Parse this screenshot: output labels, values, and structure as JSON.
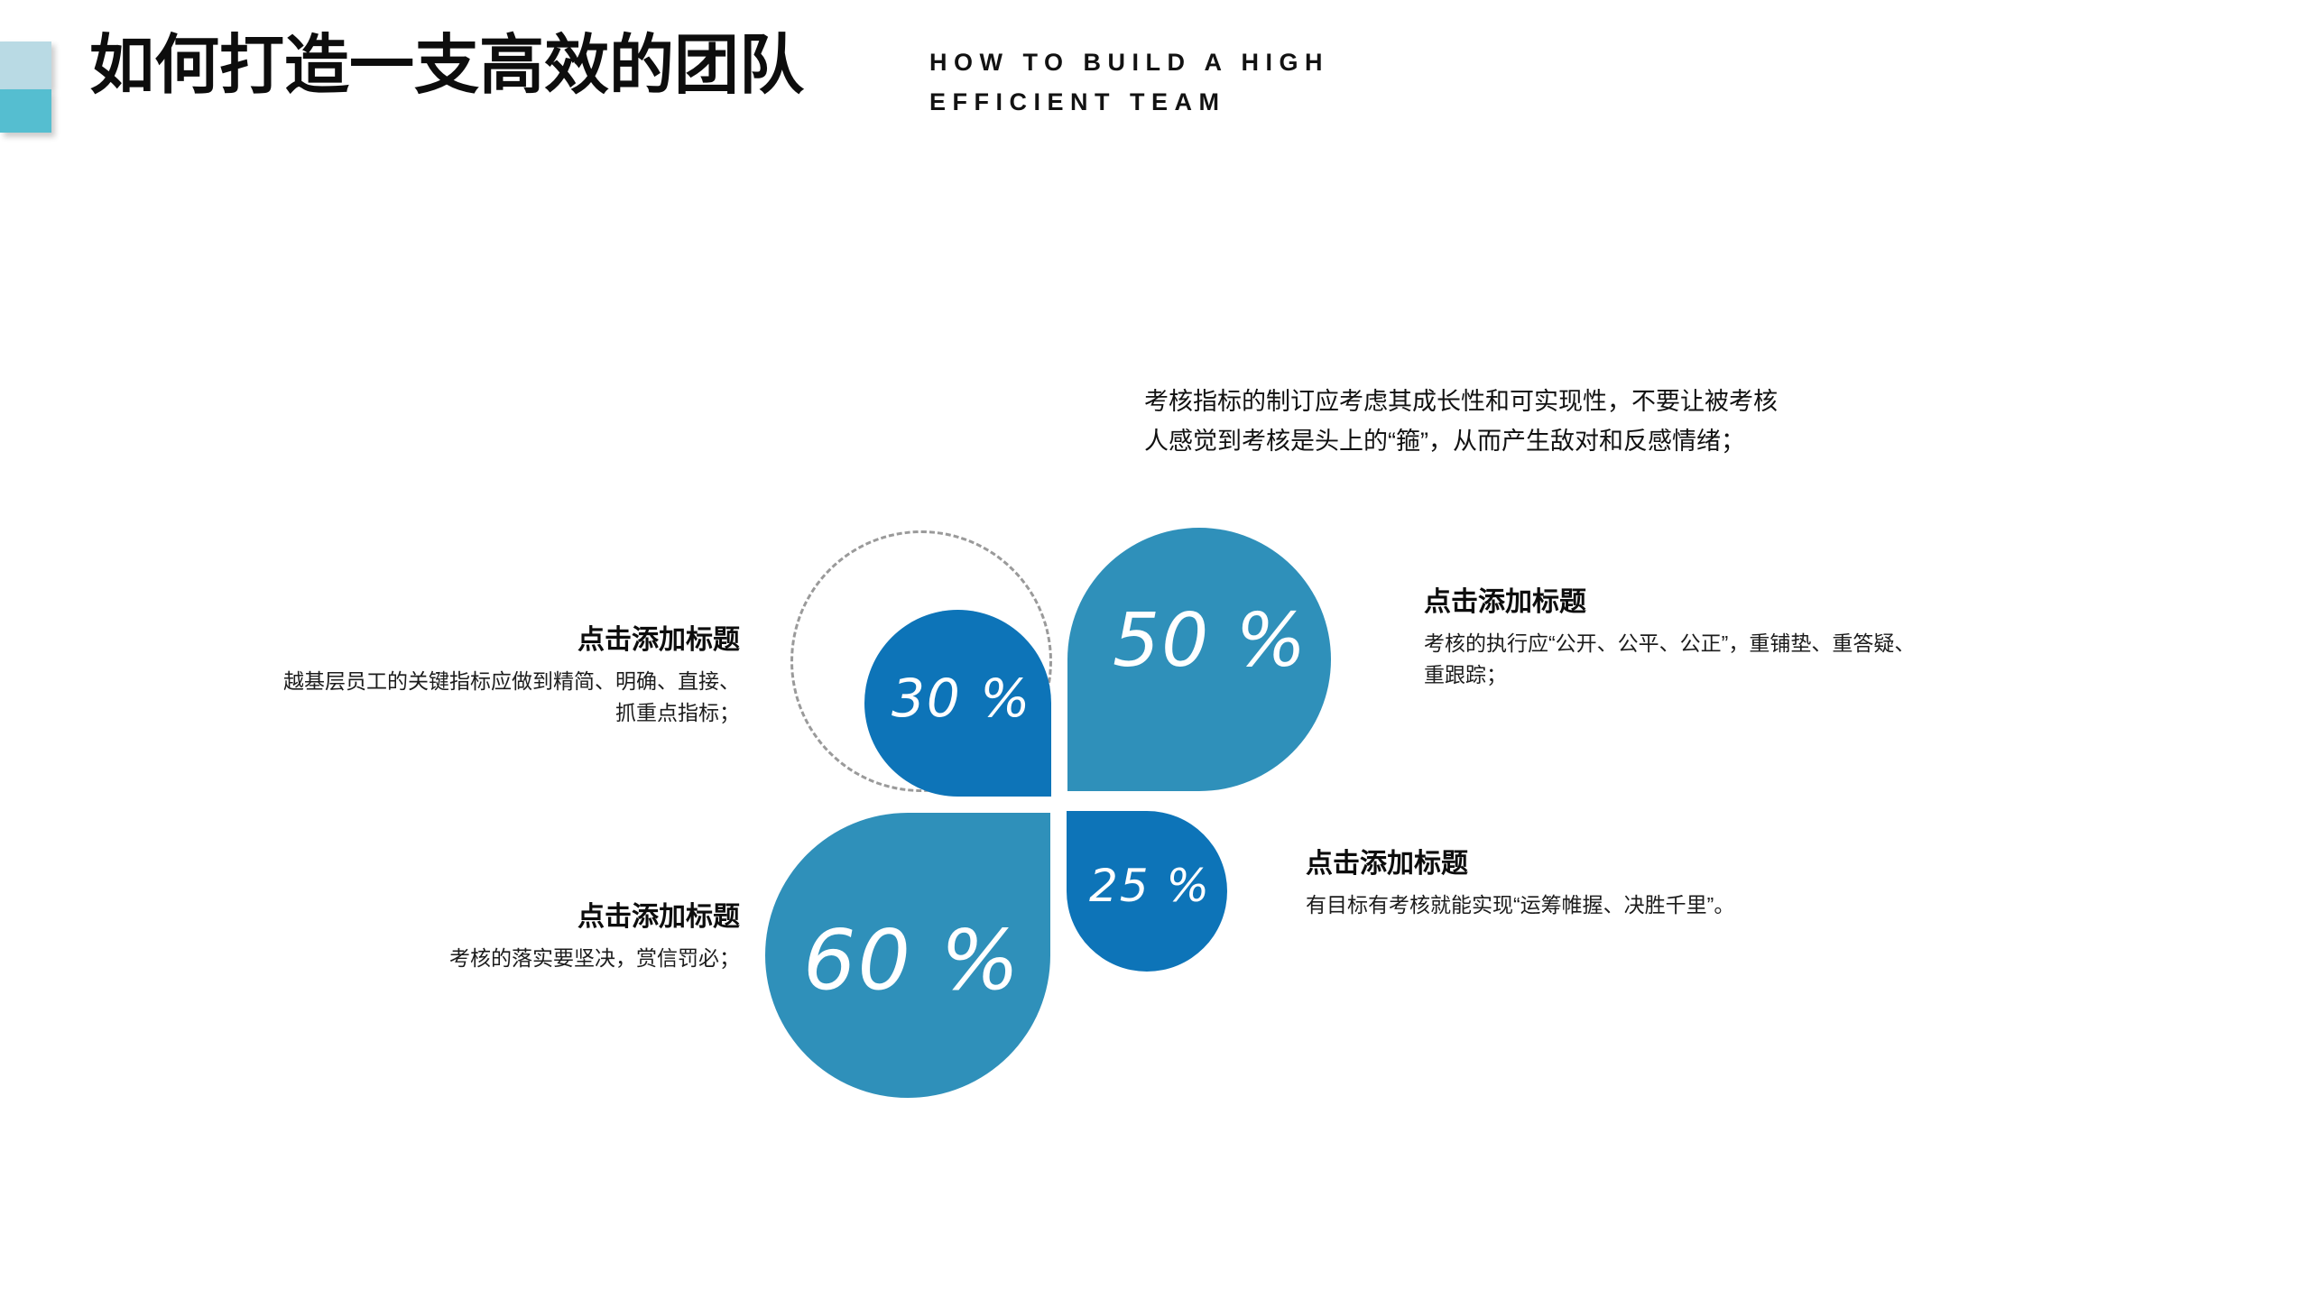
{
  "header": {
    "title_cn": "如何打造一支高效的团队",
    "title_en": "HOW TO BUILD A HIGH\nEFFICIENT TEAM",
    "accent_light": "#b9dae4",
    "accent_teal": "#55bed0"
  },
  "top_note": "考核指标的制订应考虑其成长性和可实现性，不要让被考核\n人感觉到考核是头上的“箍”，从而产生敌对和反感情绪；",
  "chart_data": {
    "type": "pie",
    "title": "如何打造一支高效的团队",
    "legend_position": "sides",
    "categories": [
      "30 %",
      "50 %",
      "60 %",
      "25 %"
    ],
    "values": [
      30,
      50,
      60,
      25
    ],
    "series": [
      {
        "name": "petal-top-left",
        "label": "30 %",
        "value": 30,
        "color": "#0d74b8",
        "quadrant": "top-left"
      },
      {
        "name": "petal-top-right",
        "label": "50 %",
        "value": 50,
        "color": "#2f90ba",
        "quadrant": "top-right"
      },
      {
        "name": "petal-bottom-left",
        "label": "60 %",
        "value": 60,
        "color": "#2f90ba",
        "quadrant": "bottom-left"
      },
      {
        "name": "petal-bottom-right",
        "label": "25 %",
        "value": 25,
        "color": "#0d74b8",
        "quadrant": "bottom-right"
      }
    ],
    "annotations": [
      "考核指标的制订应考虑其成长性和可实现性，不要让被考核人感觉到考核是头上的“箍”，从而产生敌对和反感情绪；"
    ]
  },
  "petals": {
    "p30": {
      "label": "30 %",
      "color": "#0d74b8"
    },
    "p50": {
      "label": "50 %",
      "color": "#2f90ba"
    },
    "p60": {
      "label": "60 %",
      "color": "#2f90ba"
    },
    "p25": {
      "label": "25 %",
      "color": "#0d74b8"
    }
  },
  "callouts": {
    "left_top": {
      "title": "点击添加标题",
      "body": "越基层员工的关键指标应做到精简、明确、直接、\n抓重点指标；"
    },
    "left_bottom": {
      "title": "点击添加标题",
      "body": "考核的落实要坚决，赏信罚必；"
    },
    "right_top": {
      "title": "点击添加标题",
      "body": "考核的执行应“公开、公平、公正”，重铺垫、重答疑、\n重跟踪；"
    },
    "right_bottom": {
      "title": "点击添加标题",
      "body": "有目标有考核就能实现“运筹帷握、决胜千里”。"
    }
  }
}
